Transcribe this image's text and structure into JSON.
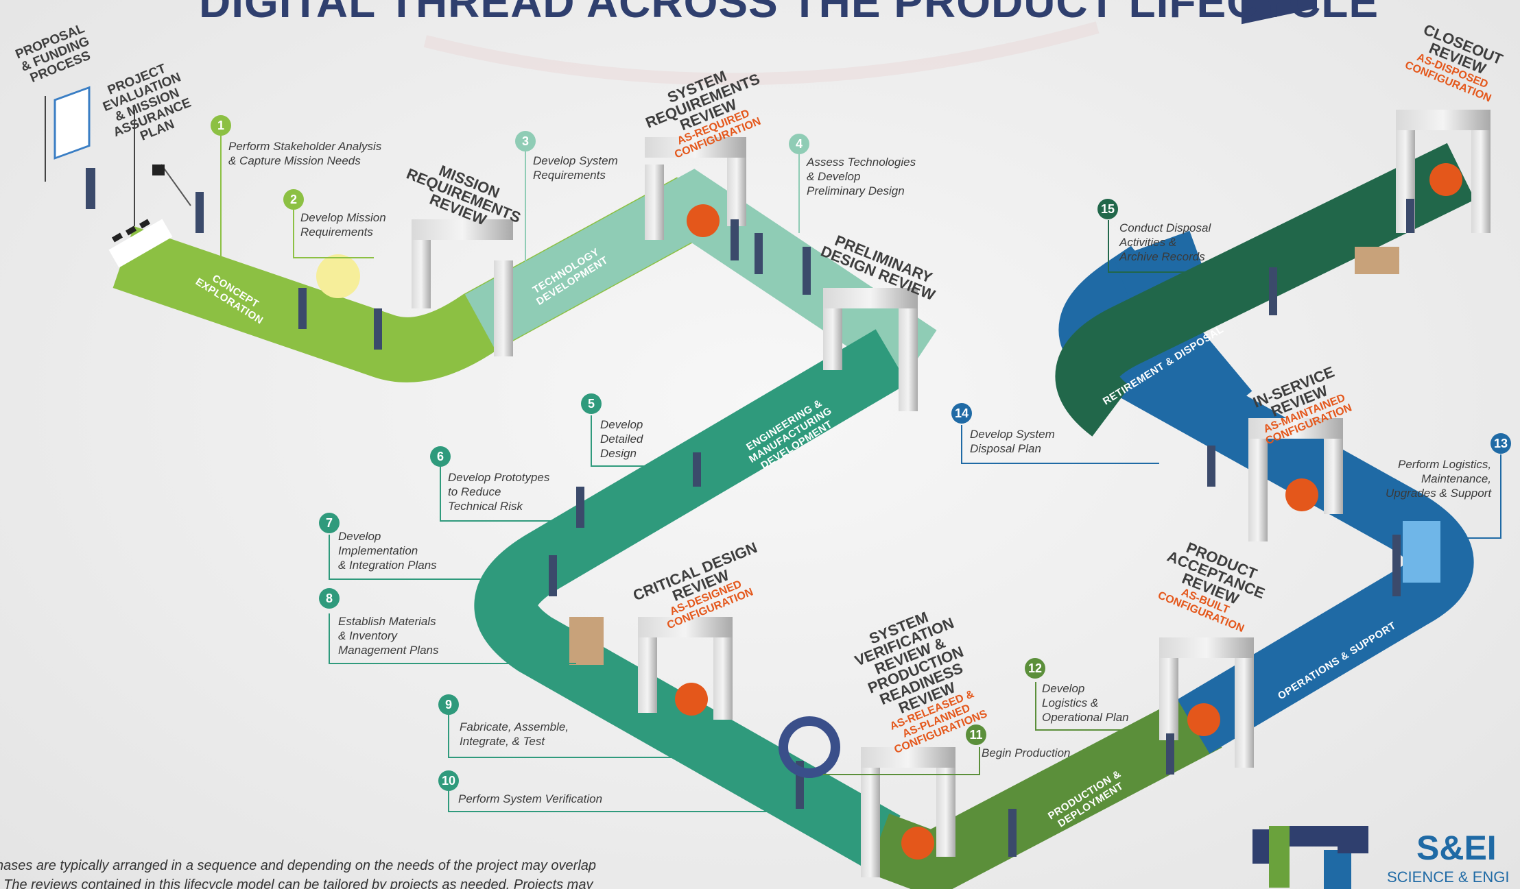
{
  "title": "DIGITAL THREAD ACROSS THE PRODUCT LIFECYCLE",
  "early": {
    "proposal": "PROPOSAL\n& FUNDING\nPROCESS",
    "evaluation": "PROJECT\nEVALUATION\n& MISSION\nASSURANCE\nPLAN"
  },
  "reviews": [
    {
      "name": "MISSION\nREQUIREMENTS\nREVIEW",
      "config": ""
    },
    {
      "name": "SYSTEM\nREQUIREMENTS\nREVIEW",
      "config": "AS-REQUIRED\nCONFIGURATION"
    },
    {
      "name": "PRELIMINARY\nDESIGN REVIEW",
      "config": ""
    },
    {
      "name": "CRITICAL DESIGN\nREVIEW",
      "config": "AS-DESIGNED\nCONFIGURATION"
    },
    {
      "name": "SYSTEM\nVERIFICATION\nREVIEW &\nPRODUCTION\nREADINESS\nREVIEW",
      "config": "AS-RELEASED &\nAS-PLANNED\nCONFIGURATIONS"
    },
    {
      "name": "PRODUCT\nACCEPTANCE\nREVIEW",
      "config": "AS-BUILT\nCONFIGURATION"
    },
    {
      "name": "IN-SERVICE\nREVIEW",
      "config": "AS-MAINTAINED\nCONFIGURATION"
    },
    {
      "name": "CLOSEOUT\nREVIEW",
      "config": "AS-DISPOSED\nCONFIGURATION"
    }
  ],
  "phases": [
    "CONCEPT\nEXPLORATION",
    "TECHNOLOGY\nDEVELOPMENT",
    "ENGINEERING &\nMANUFACTURING\nDEVELOPMENT",
    "PRODUCTION &\nDEPLOYMENT",
    "OPERATIONS & SUPPORT",
    "RETIREMENT & DISPOSAL"
  ],
  "steps": [
    {
      "n": "1",
      "text": "Perform Stakeholder Analysis\n& Capture Mission Needs"
    },
    {
      "n": "2",
      "text": "Develop Mission\nRequirements"
    },
    {
      "n": "3",
      "text": "Develop System\nRequirements"
    },
    {
      "n": "4",
      "text": "Assess Technologies\n& Develop\nPreliminary Design"
    },
    {
      "n": "5",
      "text": "Develop\nDetailed\nDesign"
    },
    {
      "n": "6",
      "text": "Develop Prototypes\nto Reduce\nTechnical Risk"
    },
    {
      "n": "7",
      "text": "Develop\nImplementation\n& Integration Plans"
    },
    {
      "n": "8",
      "text": "Establish Materials\n& Inventory\nManagement Plans"
    },
    {
      "n": "9",
      "text": "Fabricate, Assemble,\nIntegrate, & Test"
    },
    {
      "n": "10",
      "text": "Perform System Verification"
    },
    {
      "n": "11",
      "text": "Begin Production"
    },
    {
      "n": "12",
      "text": "Develop\nLogistics  &\nOperational Plan"
    },
    {
      "n": "13",
      "text": "Perform Logistics,\nMaintenance,\nUpgrades & Support"
    },
    {
      "n": "14",
      "text": "Develop System\nDisposal Plan"
    },
    {
      "n": "15",
      "text": "Conduct Disposal\nActivities &\nArchive Records"
    }
  ],
  "footer": {
    "line1": "hases are typically arranged in a sequence and depending on the needs of the project may overlap",
    "line2": ". The reviews contained in this lifecycle model can be tailored by projects as needed. Projects may"
  },
  "logo": {
    "abbrev": "S&EI",
    "name": "SCIENCE & ENGI"
  }
}
